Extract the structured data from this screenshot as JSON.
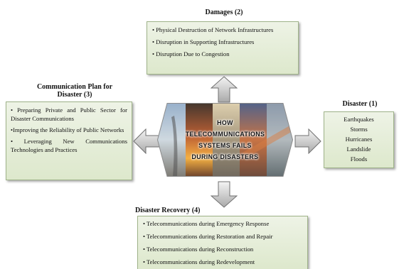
{
  "damages": {
    "title": "Damages (2)",
    "items": [
      "• Physical Destruction of Network Infrastructures",
      "• Disruption in Supporting Infrastructures",
      "• Disruption Due to Congestion"
    ]
  },
  "plan": {
    "title_line1": "Communication Plan for",
    "title_line2": "Disaster (3)",
    "items": [
      "• Preparing Private and Public Sector for Disaster Communications",
      "•Improving the Reliability of Public Networks",
      "• Leveraging New Communications Technologies and Practices"
    ]
  },
  "disaster": {
    "title": "Disaster (1)",
    "items": [
      "Earthquakes",
      "Storms",
      "Hurricanes",
      "Landslide",
      "Floods"
    ]
  },
  "recovery": {
    "title": "Disaster Recovery (4)",
    "items": [
      "• Telecommunications during Emergency Response",
      "• Telecommunications during Restoration and Repair",
      "• Telecommunications during Reconstruction",
      "• Telecommunications during Redevelopment"
    ]
  },
  "center": {
    "lines": [
      "HOW",
      "TELECOMMUNICATIONS",
      "SYSTEMS FAILS",
      "DURING DISASTERS"
    ]
  }
}
